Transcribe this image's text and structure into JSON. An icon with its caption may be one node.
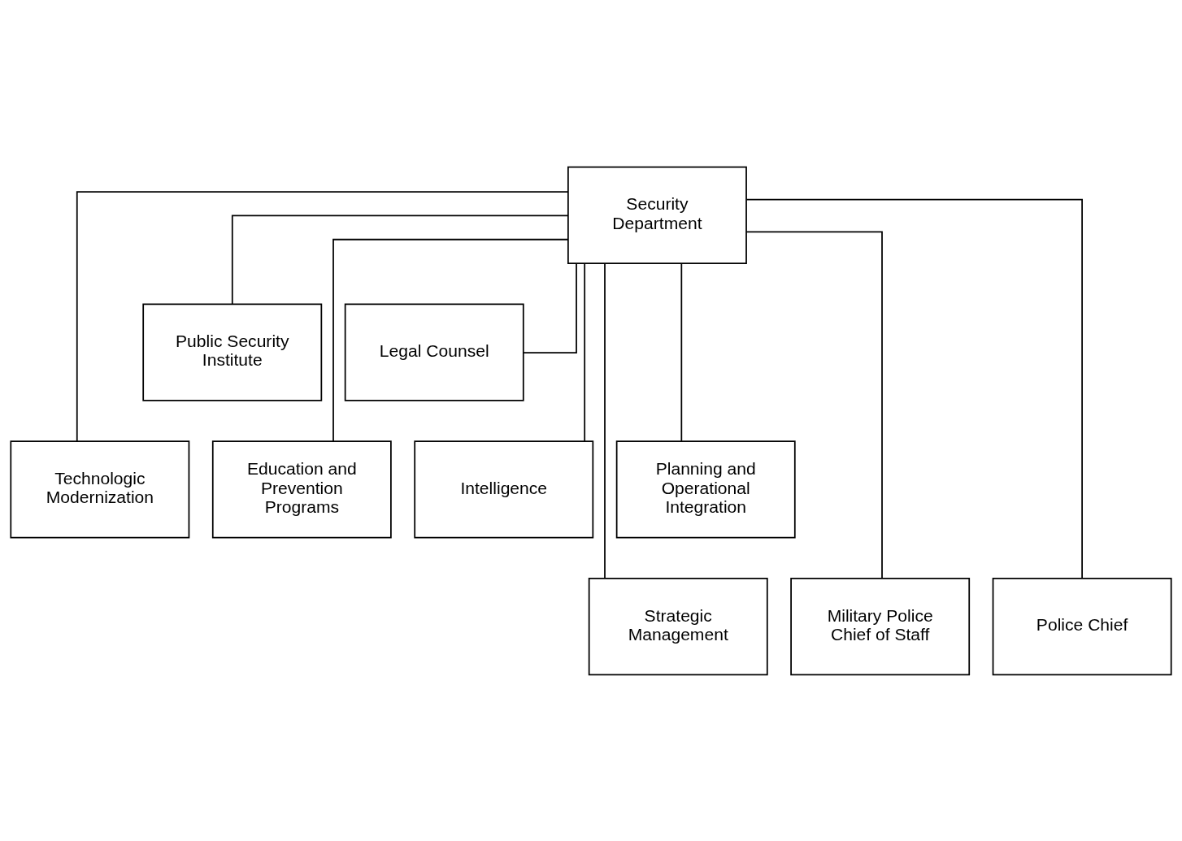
{
  "diagram": {
    "nodes": [
      {
        "text": [
          "Security Department"
        ]
      },
      {
        "text": [
          "Public Security Institute"
        ]
      },
      {
        "text": [
          "Legal Counsel"
        ]
      },
      {
        "text": [
          "Technologic Modernization"
        ]
      },
      {
        "text": [
          "Education and Prevention Programs"
        ]
      },
      {
        "text": [
          "Intelligence"
        ]
      },
      {
        "text": [
          "Planning and Operational Integration"
        ]
      },
      {
        "text": [
          "Strategic Management"
        ]
      },
      {
        "text": [
          "Military Police Chief of Staff"
        ]
      },
      {
        "text": [
          "Police Chief"
        ]
      }
    ],
    "edges": [
      {
        "from": 0,
        "to": 1,
        "arrow": "none"
      },
      {
        "from": 0,
        "to": 2,
        "arrow": "none"
      },
      {
        "from": 0,
        "to": 3,
        "arrow": "none"
      },
      {
        "from": 0,
        "to": 4,
        "arrow": "none"
      },
      {
        "from": 0,
        "to": 5,
        "arrow": "none"
      },
      {
        "from": 0,
        "to": 6,
        "arrow": "none"
      },
      {
        "from": 0,
        "to": 7,
        "arrow": "none"
      },
      {
        "from": 0,
        "to": 8,
        "arrow": "none"
      },
      {
        "from": 0,
        "to": 9,
        "arrow": "none"
      }
    ]
  }
}
